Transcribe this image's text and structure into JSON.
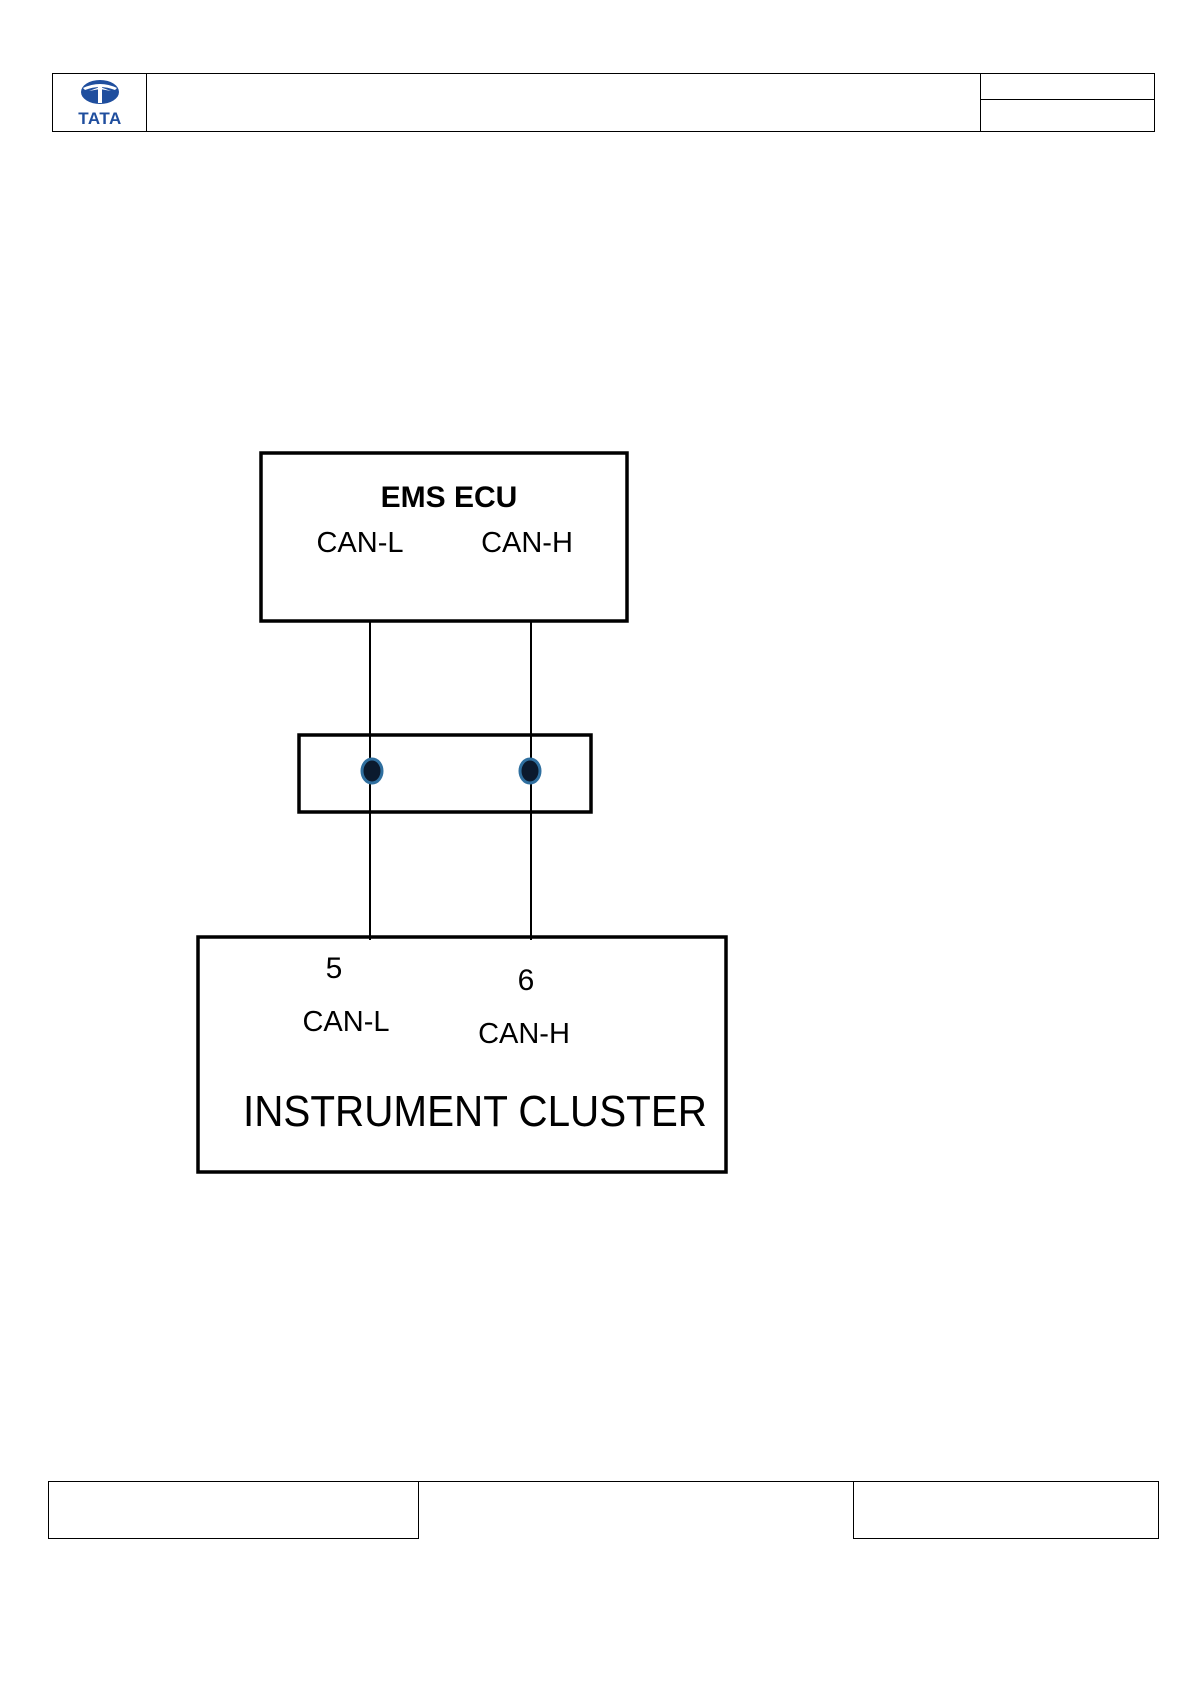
{
  "header": {
    "logo_text": "TATA",
    "title": "",
    "meta_top": "",
    "meta_bottom": ""
  },
  "diagram": {
    "ecu": {
      "title": "EMS ECU",
      "pin_low_label": "CAN-L",
      "pin_high_label": "CAN-H"
    },
    "cluster": {
      "title": "INSTRUMENT CLUSTER",
      "pin_low_number": "5",
      "pin_low_label": "CAN-L",
      "pin_high_number": "6",
      "pin_high_label": "CAN-H"
    },
    "connector": {
      "dot_color": "#0b1a2e",
      "dot_ring_color": "#2f6f9f"
    },
    "line_color": "#000000"
  },
  "footer": {
    "left": "",
    "middle": "",
    "right": ""
  }
}
